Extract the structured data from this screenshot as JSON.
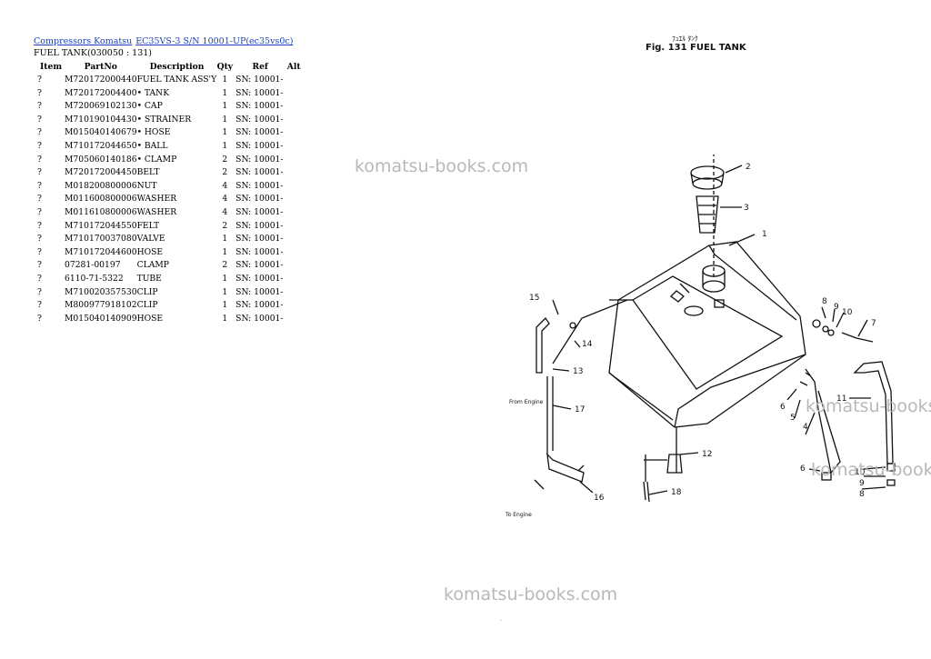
{
  "breadcrumb": [
    {
      "label": "Compressors Komatsu"
    },
    {
      "label": "EC35VS-3 S/N 10001-UP(ec35vs0c)"
    }
  ],
  "subtitle": "FUEL TANK(030050 : 131)",
  "table": {
    "headers": [
      "Item",
      "PartNo",
      "Description",
      "Qty",
      "Ref",
      "Alt"
    ],
    "rows": [
      {
        "item": "?",
        "part": "M720172000440",
        "desc": "FUEL TANK ASS'Y",
        "qty": "1",
        "ref": "SN: 10001-",
        "alt": ""
      },
      {
        "item": "?",
        "part": "M720172004400",
        "desc": "• TANK",
        "qty": "1",
        "ref": "SN: 10001-",
        "alt": ""
      },
      {
        "item": "?",
        "part": "M720069102130",
        "desc": "• CAP",
        "qty": "1",
        "ref": "SN: 10001-",
        "alt": ""
      },
      {
        "item": "?",
        "part": "M710190104430",
        "desc": "• STRAINER",
        "qty": "1",
        "ref": "SN: 10001-",
        "alt": ""
      },
      {
        "item": "?",
        "part": "M015040140679",
        "desc": "• HOSE",
        "qty": "1",
        "ref": "SN: 10001-",
        "alt": ""
      },
      {
        "item": "?",
        "part": "M710172044650",
        "desc": "• BALL",
        "qty": "1",
        "ref": "SN: 10001-",
        "alt": ""
      },
      {
        "item": "?",
        "part": "M705060140186",
        "desc": "• CLAMP",
        "qty": "2",
        "ref": "SN: 10001-",
        "alt": ""
      },
      {
        "item": "?",
        "part": "M720172004450",
        "desc": "BELT",
        "qty": "2",
        "ref": "SN: 10001-",
        "alt": ""
      },
      {
        "item": "?",
        "part": "M018200800006",
        "desc": "NUT",
        "qty": "4",
        "ref": "SN: 10001-",
        "alt": ""
      },
      {
        "item": "?",
        "part": "M011600800006",
        "desc": "WASHER",
        "qty": "4",
        "ref": "SN: 10001-",
        "alt": ""
      },
      {
        "item": "?",
        "part": "M011610800006",
        "desc": "WASHER",
        "qty": "4",
        "ref": "SN: 10001-",
        "alt": ""
      },
      {
        "item": "?",
        "part": "M710172044550",
        "desc": "FELT",
        "qty": "2",
        "ref": "SN: 10001-",
        "alt": ""
      },
      {
        "item": "?",
        "part": "M710170037080",
        "desc": "VALVE",
        "qty": "1",
        "ref": "SN: 10001-",
        "alt": ""
      },
      {
        "item": "?",
        "part": "M710172044600",
        "desc": "HOSE",
        "qty": "1",
        "ref": "SN: 10001-",
        "alt": ""
      },
      {
        "item": "?",
        "part": "07281-00197",
        "desc": "CLAMP",
        "qty": "2",
        "ref": "SN: 10001-",
        "alt": ""
      },
      {
        "item": "?",
        "part": "6110-71-5322",
        "desc": "TUBE",
        "qty": "1",
        "ref": "SN: 10001-",
        "alt": ""
      },
      {
        "item": "?",
        "part": "M710020357530",
        "desc": "CLIP",
        "qty": "1",
        "ref": "SN: 10001-",
        "alt": ""
      },
      {
        "item": "?",
        "part": "M800977918102",
        "desc": "CLIP",
        "qty": "1",
        "ref": "SN: 10001-",
        "alt": ""
      },
      {
        "item": "?",
        "part": "M015040140909",
        "desc": "HOSE",
        "qty": "1",
        "ref": "SN: 10001-",
        "alt": ""
      }
    ]
  },
  "figure": {
    "caption_jp": "ﾌｭｴﾙ ﾀﾝｸ",
    "caption": "Fig. 131  FUEL TANK",
    "label_from_engine": "From Engine",
    "label_to_engine": "To Engine",
    "callouts": [
      "1",
      "2",
      "3",
      "4",
      "5",
      "6",
      "6",
      "7",
      "8",
      "8",
      "9",
      "9",
      "10",
      "10",
      "11",
      "12",
      "13",
      "14",
      "15",
      "16",
      "17",
      "18"
    ]
  },
  "watermarks": [
    "komatsu-books.com",
    "komatsu-books.com",
    "komatsu-books.com",
    "komatsu-books.com"
  ],
  "colors": {
    "link": "#1a3fb8",
    "watermark": "#b8b8b8"
  }
}
